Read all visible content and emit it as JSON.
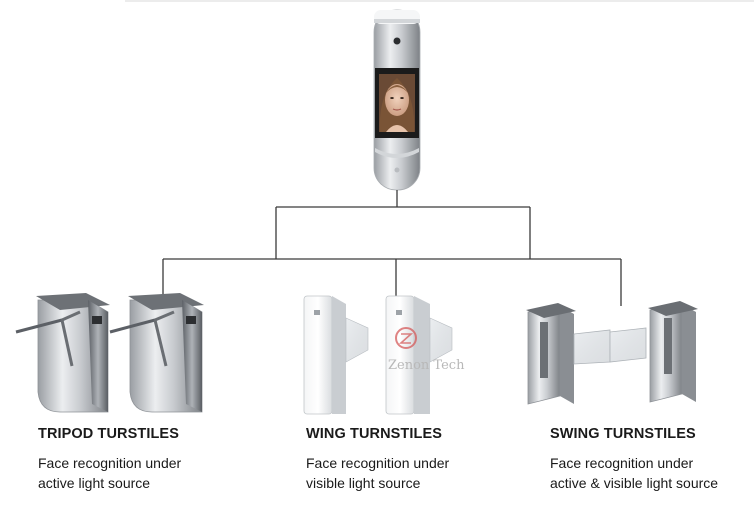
{
  "watermark": "Zenon Tech",
  "products": [
    {
      "title": "TRIPOD TURSTILES",
      "line1": "Face recognition under",
      "line2": "active light source"
    },
    {
      "title": "WING TURNSTILES",
      "line1": "Face recognition under",
      "line2": "visible light source"
    },
    {
      "title": "SWING TURNSTILES",
      "line1": "Face recognition under",
      "line2": "active & visible light source"
    }
  ],
  "colors": {
    "connector": "#3a3a3a",
    "steel_light": "#e6e8ea",
    "steel_dark": "#7d8186",
    "screen": "#1b1b1b"
  }
}
